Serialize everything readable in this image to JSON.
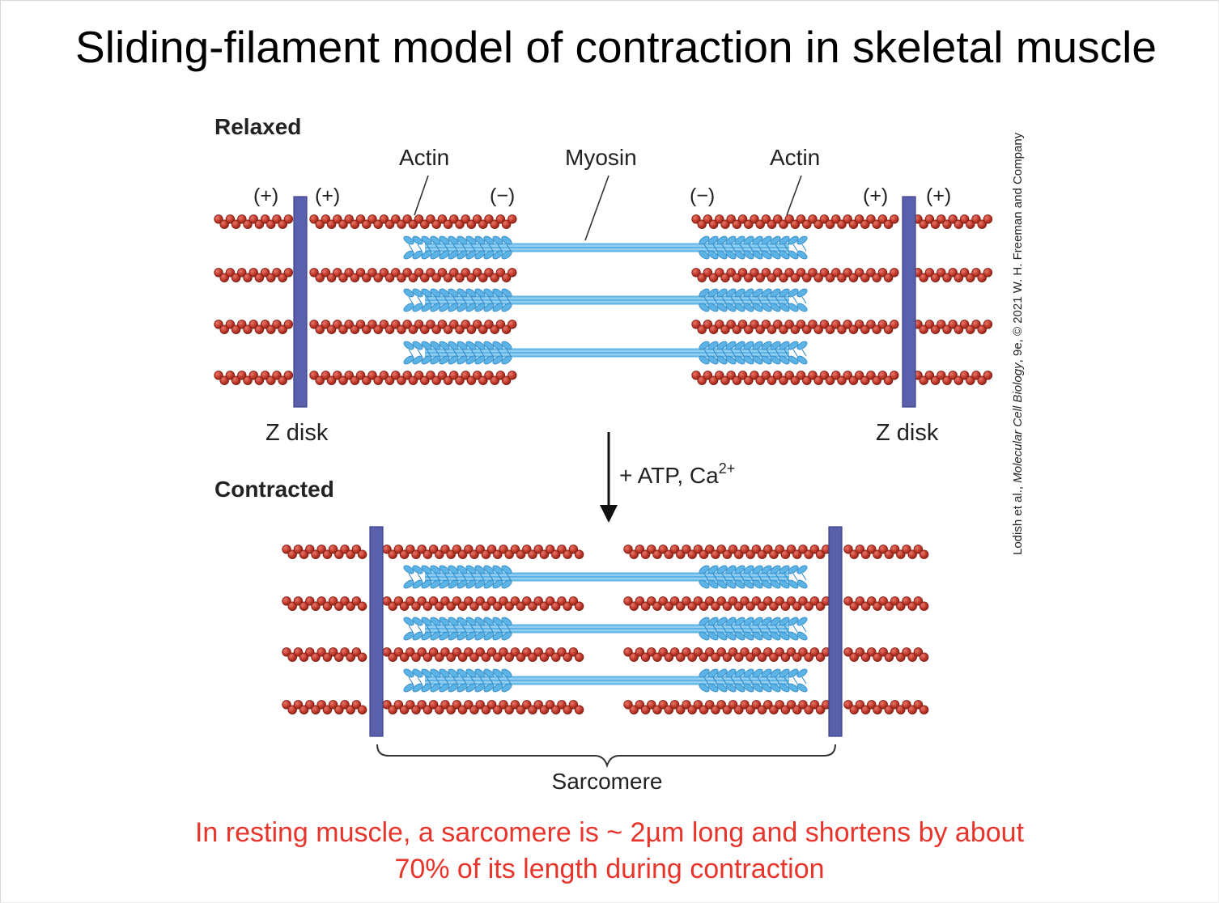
{
  "title": "Sliding-filament model of contraction in skeletal muscle",
  "relaxed": {
    "label": "Relaxed",
    "actin_left": "Actin",
    "myosin": "Myosin",
    "actin_right": "Actin",
    "plus": "(+)",
    "minus": "(−)",
    "zdisk_left": "Z disk",
    "zdisk_right": "Z disk"
  },
  "transition": {
    "label": "+ ATP, Ca",
    "superscript": "2+"
  },
  "contracted": {
    "label": "Contracted",
    "sarcomere": "Sarcomere"
  },
  "credit": {
    "prefix": "Lodish et al., ",
    "book": "Molecular Cell Biology",
    "suffix": ", 9e, © 2021 W. H. Freeman and Company"
  },
  "caption": {
    "line1": "In resting muscle, a sarcomere is ~ 2µm long and shortens by about",
    "line2": "70% of its length during contraction"
  },
  "colors": {
    "actin": "#c0392b",
    "actin_dark": "#7e1c12",
    "myosin": "#5bb3e6",
    "myosin_dark": "#2f86c4",
    "zdisk": "#5b60ad",
    "caption": "#e8342a"
  }
}
